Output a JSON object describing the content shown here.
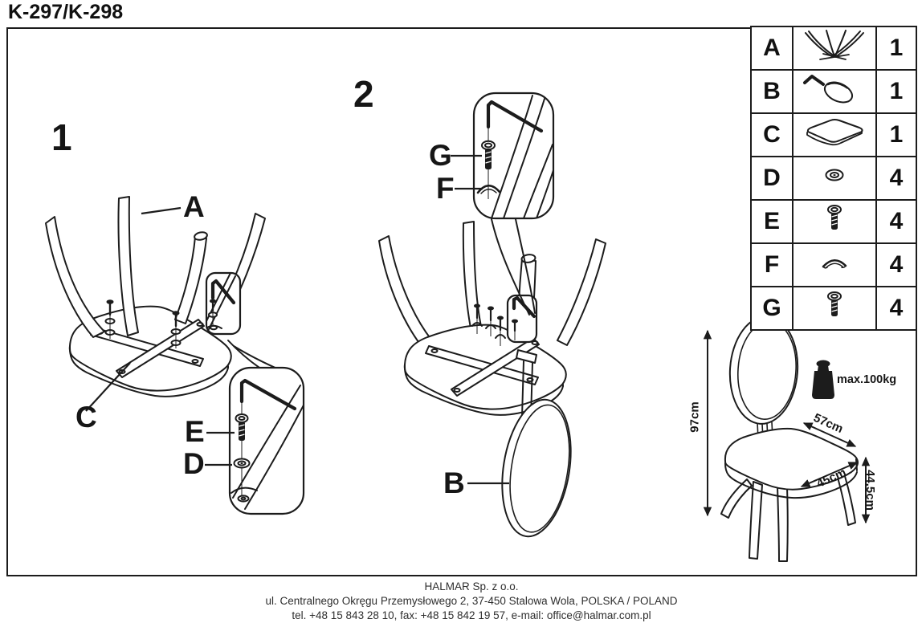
{
  "title": "K-297/K-298",
  "colors": {
    "ink": "#1c1c1c",
    "background": "#ffffff"
  },
  "steps": {
    "step1": {
      "number": "1",
      "part_labels": {
        "a": "A",
        "c": "C",
        "e": "E",
        "d": "D"
      }
    },
    "step2": {
      "number": "2",
      "part_labels": {
        "g": "G",
        "f": "F",
        "b": "B"
      }
    }
  },
  "parts_table": {
    "rows": [
      {
        "id": "A",
        "icon": "leg-frame-icon",
        "qty": "1"
      },
      {
        "id": "B",
        "icon": "backrest-icon",
        "qty": "1"
      },
      {
        "id": "C",
        "icon": "seat-icon",
        "qty": "1"
      },
      {
        "id": "D",
        "icon": "washer-icon",
        "qty": "4"
      },
      {
        "id": "E",
        "icon": "countersunk-bolt-icon",
        "qty": "4"
      },
      {
        "id": "F",
        "icon": "curved-clip-icon",
        "qty": "4"
      },
      {
        "id": "G",
        "icon": "countersunk-bolt-icon",
        "qty": "4"
      }
    ]
  },
  "product_dimensions": {
    "height": "97cm",
    "seat_depth": "57cm",
    "seat_width": "45cm",
    "seat_height": "44.5cm",
    "max_load": "max.100kg"
  },
  "footer": {
    "company": "HALMAR Sp. z o.o.",
    "address": "ul. Centralnego Okręgu Przemysłowego 2, 37-450 Stalowa Wola, POLSKA / POLAND",
    "contact": "tel. +48 15 843 28 10, fax: +48 15 842 19 57, e-mail: office@halmar.com.pl"
  }
}
